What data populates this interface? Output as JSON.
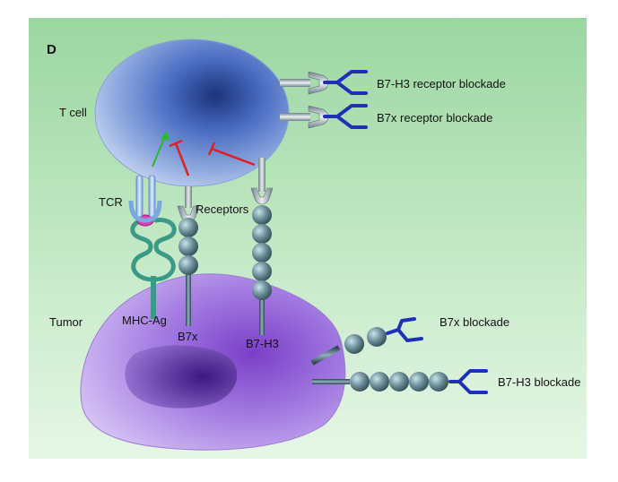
{
  "panel_letter": "D",
  "labels": {
    "t_cell": "T cell",
    "tcr": "TCR",
    "receptors": "Receptors",
    "tumor": "Tumor",
    "mhc_ag": "MHC-Ag",
    "b7x": "B7x",
    "b7h3": "B7-H3"
  },
  "blockades": {
    "b7h3_receptor": "B7-H3 receptor blockade",
    "b7x_receptor": "B7x receptor blockade",
    "b7x": "B7x blockade",
    "b7h3": "B7-H3 blockade"
  },
  "colors": {
    "background_top": "#9fd8a4",
    "background_bottom": "#dff3e0",
    "t_cell": "#6f8fd6",
    "tumor": "#b48ee6",
    "nucleus": "#6c3aa8",
    "antibody": "#1f2fb8",
    "activation_arrow": "#2eb82e",
    "inhibition_arrow": "#e02020",
    "bead": "#3d6470",
    "mhc": "#3a9a86",
    "antigen": "#e23bb4"
  }
}
